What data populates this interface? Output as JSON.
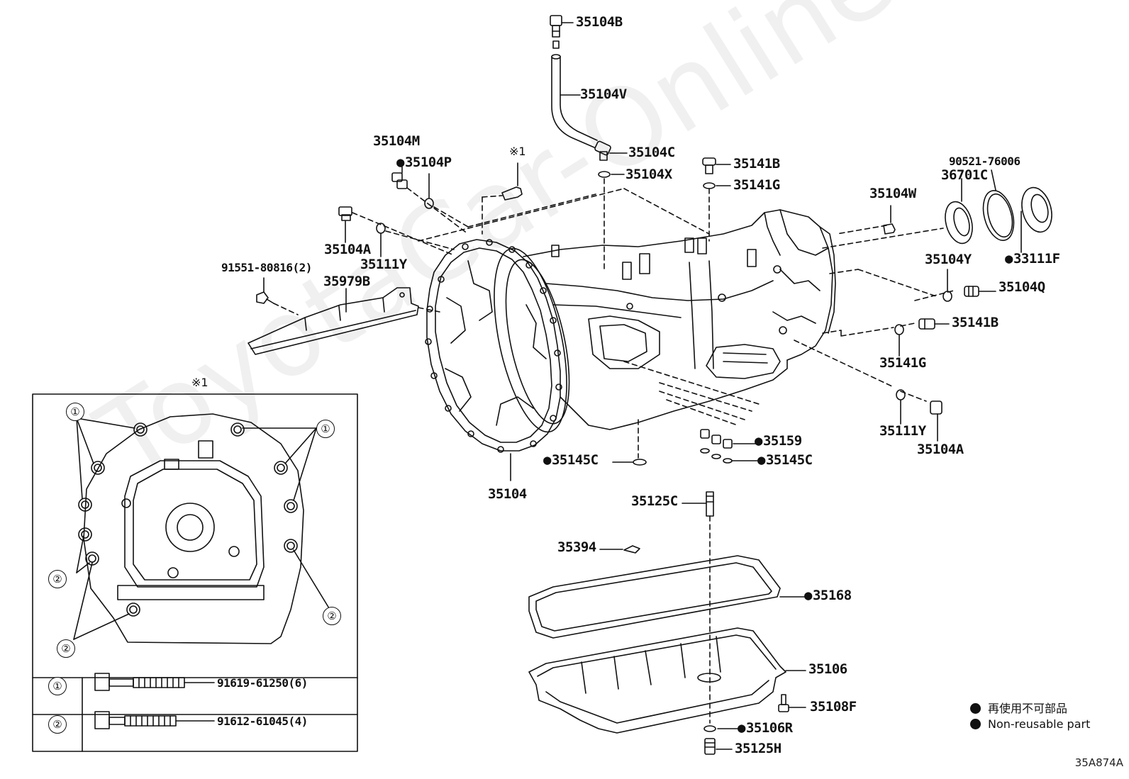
{
  "watermark": "ToyotaCar-Online.ru",
  "labels": {
    "p35104B": "35104B",
    "p35104V": "35104V",
    "p35104C": "35104C",
    "p35104X": "35104X",
    "p35104M": "35104M",
    "p35104P": "35104P",
    "p35104A_top": "35104A",
    "p35111Y_top": "35111Y",
    "p91551": "91551-80816(2)",
    "p35979B": "35979B",
    "p35141B_top": "35141B",
    "p35141G_top": "35141G",
    "p35104W": "35104W",
    "p90521": "90521-76006",
    "p36701C": "36701C",
    "p35104Y": "35104Y",
    "p33111F": "33111F",
    "p35104Q": "35104Q",
    "p35141B_right": "35141B",
    "p35141G_right": "35141G",
    "p35111Y_right": "35111Y",
    "p35104A_right": "35104A",
    "p35159": "35159",
    "p35145C_right": "35145C",
    "p35145C_left": "35145C",
    "p35104": "35104",
    "p35125C": "35125C",
    "p35394": "35394",
    "p35168": "35168",
    "p35106": "35106",
    "p35108F": "35108F",
    "p35106R": "35106R",
    "p35125H": "35125H"
  },
  "inset": {
    "marker": "※1",
    "callout_1": "①",
    "callout_2": "②",
    "rows": [
      {
        "key": "①",
        "part": "91619-61250(6)"
      },
      {
        "key": "②",
        "part": "91612-61045(4)"
      }
    ]
  },
  "main_marker": "※1",
  "legend": {
    "jp": "再使用不可部品",
    "en": "Non-reusable part"
  },
  "figure_code": "35A874A"
}
